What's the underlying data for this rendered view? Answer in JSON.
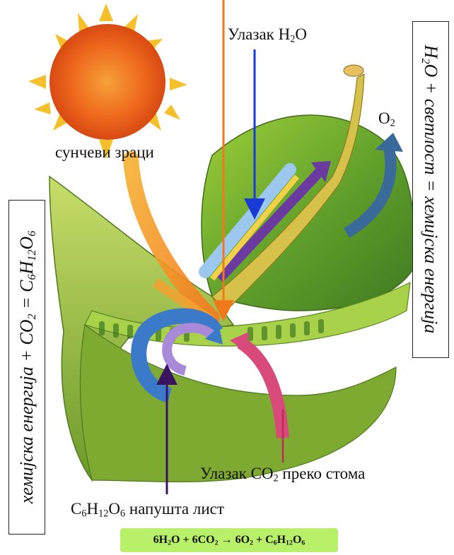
{
  "labels": {
    "water_in_prefix": "Улазак H",
    "water_in_sub": "2",
    "water_in_suffix": "O",
    "oxygen_main": "O",
    "oxygen_sub": "2",
    "sun_rays": "сунчеви зраци",
    "co2_in_prefix": "Улазак CO",
    "co2_in_sub": "2",
    "co2_in_suffix": " преко стома",
    "glucose_out_c": "C",
    "glucose_out_c_sub": "6",
    "glucose_out_h": "H",
    "glucose_out_h_sub": "12",
    "glucose_out_o": "O",
    "glucose_out_o_sub": "6",
    "glucose_out_suffix": " напушта лист"
  },
  "right_box": {
    "h": "H",
    "h_sub": "2",
    "rest": "O + светлост = хемијска енергија"
  },
  "left_box": {
    "prefix": "хемијска енергија + CO",
    "co2_sub": "2",
    "eq": " = C",
    "c_sub": "6",
    "h": "H",
    "h_sub": "12",
    "o": "O",
    "o_sub": "6"
  },
  "equation": {
    "part1": "6H",
    "s1": "2",
    "part2": "O + 6CO",
    "s2": "2",
    "part3": " → 6O",
    "s3": "2",
    "part4": " + C",
    "s4": "6",
    "part5": "H",
    "s5": "12",
    "part6": "O",
    "s6": "6"
  },
  "colors": {
    "sun": "#f05a14",
    "leaf": "#7fb82a",
    "water_arrow": "#1a3ad6",
    "light_arrow": "#f07a1a",
    "glucose_arrow": "#4a1a6a",
    "co2_arrow": "#c0285a",
    "equation_bg": "#b8f06a"
  }
}
